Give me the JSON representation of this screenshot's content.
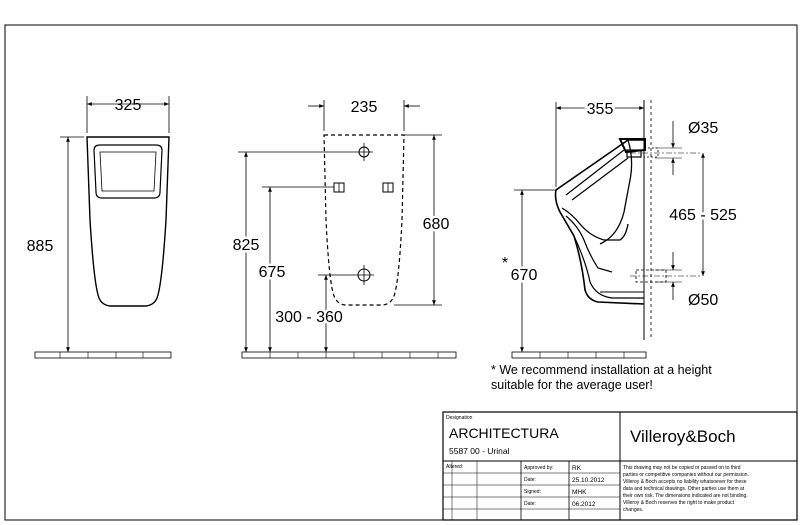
{
  "views": {
    "front": {
      "width_label": "325",
      "height_label": "885"
    },
    "rear": {
      "top_width_label": "235",
      "overall_height_label": "825",
      "mid_height_label": "675",
      "outlet_range_label": "300 - 360",
      "inlet_height_label": "680"
    },
    "side": {
      "depth_label": "355",
      "inlet_diameter_label": "Ø35",
      "inlet_range_label": "465 - 525",
      "rim_height_label": "670",
      "rim_marker": "*",
      "outlet_diameter_label": "Ø50"
    }
  },
  "note": {
    "line1": "* We recommend installation at a height",
    "line2": "suitable  for the average user!"
  },
  "title_block": {
    "designation_label": "Designation",
    "product_name": "ARCHITECTURA",
    "product_code": "5587 00 - Urinal",
    "brand": "Villeroy&Boch",
    "altered_label": "Altered:",
    "approved_by_label": "Approved by:",
    "approved_by_value": "RK",
    "date_label_1": "Date:",
    "date_value_1": "25.10.2012",
    "signed_label": "Signed:",
    "signed_value": "MHK",
    "date_label_2": "Date:",
    "date_value_2": "06.2012",
    "disclaimer": [
      "This drawing may not be copied or passed on to third",
      "parties or competitive companies without our permission.",
      "Villeroy & Boch accepts no liability whatsoever for these",
      "data and technical drawings. Other parties use them at",
      "their own risk. The dimensions indicated are not binding.",
      "Villeroy & Boch reserves the right to make product",
      "changes."
    ]
  }
}
